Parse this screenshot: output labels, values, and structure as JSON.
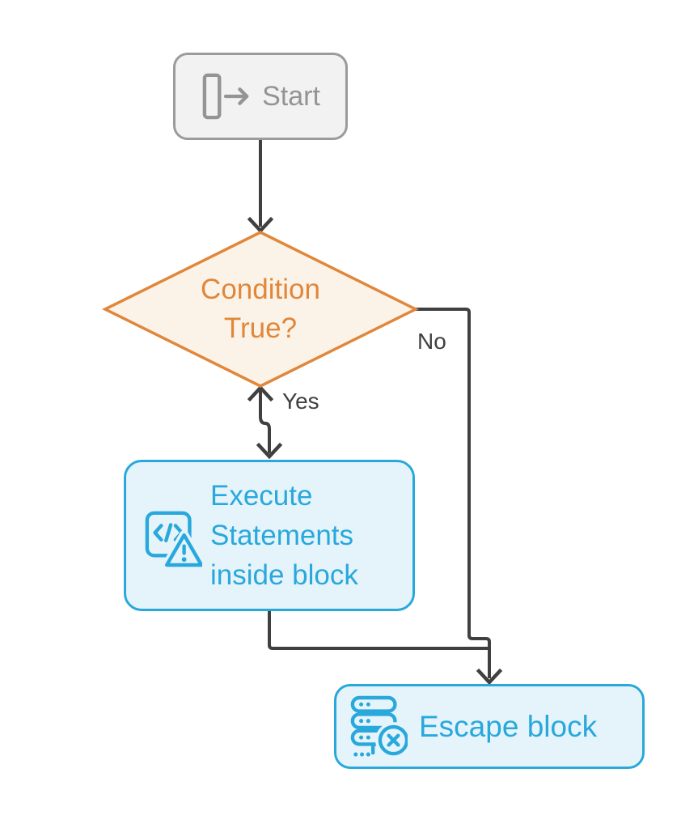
{
  "nodes": {
    "start": {
      "label": "Start",
      "icon": "enter-arrow-icon"
    },
    "condition": {
      "label": "Condition True?"
    },
    "execute": {
      "label": "Execute Statements inside block",
      "icon": "code-warning-icon"
    },
    "escape": {
      "label": "Escape block",
      "icon": "server-cancel-icon"
    }
  },
  "edges": {
    "yes": {
      "label": "Yes"
    },
    "no": {
      "label": "No"
    }
  },
  "colors": {
    "background": "#FFFFFF",
    "connector": "#404040",
    "edge_label_text": "#404040",
    "start_border": "#9B9B9B",
    "start_fill": "#F2F2F2",
    "start_text": "#949494",
    "condition_border": "#E0873B",
    "condition_fill": "#FCF3E8",
    "condition_text": "#E0873B",
    "process_border": "#29A8DC",
    "process_fill": "#E5F4FB",
    "process_text": "#29A8DC"
  }
}
